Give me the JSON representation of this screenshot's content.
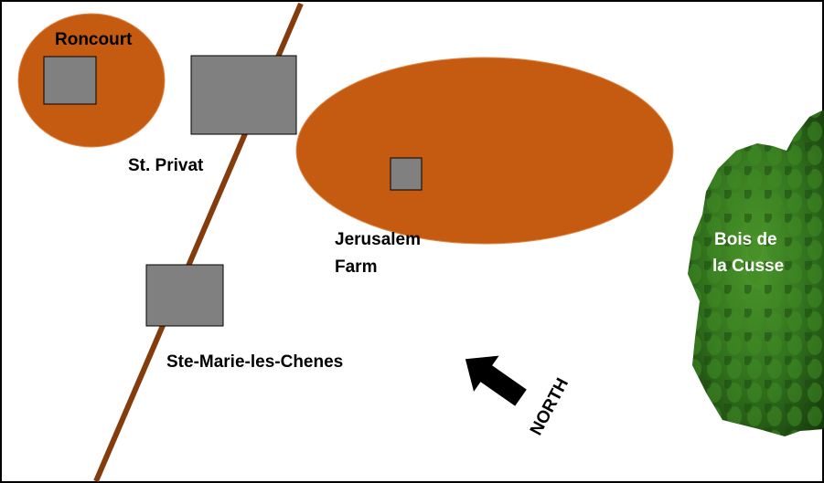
{
  "labels": {
    "roncourt": "Roncourt",
    "st_privat": "St. Privat",
    "jerusalem_line1": "Jerusalem",
    "jerusalem_line2": "Farm",
    "ste_marie": "Ste-Marie-les-Chenes",
    "bois_line1": "Bois de",
    "bois_line2": "la Cusse",
    "north": "NORTH"
  },
  "colors": {
    "field": "#c55a11",
    "village": "#808080",
    "road": "#843c0c",
    "forest_dark": "#1f4a12",
    "forest_light": "#4f9a2c",
    "arrow": "#000000"
  }
}
